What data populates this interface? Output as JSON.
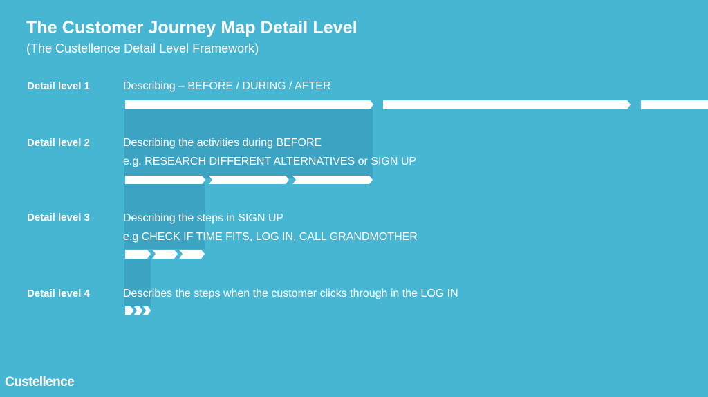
{
  "title": "The Customer Journey Map Detail Level",
  "subtitle": "(The Custellence Detail Level Framework)",
  "levels": [
    {
      "label": "Detail level 1",
      "lines": [
        "Describing – BEFORE / DURING / AFTER"
      ],
      "arrow_count": 3
    },
    {
      "label": "Detail level 2",
      "lines": [
        "Describing the activities during BEFORE",
        "e.g. RESEARCH DIFFERENT ALTERNATIVES or SIGN UP"
      ],
      "arrow_count": 3
    },
    {
      "label": "Detail level 3",
      "lines": [
        "Describing the steps in SIGN UP",
        "e.g CHECK IF TIME FITS, LOG IN, CALL GRANDMOTHER"
      ],
      "arrow_count": 3
    },
    {
      "label": "Detail level 4",
      "lines": [
        "Describes the steps when the customer clicks through in the LOG IN"
      ],
      "arrow_count": 3
    }
  ],
  "logo": "Custellence",
  "colors": {
    "background": "#47b6d3",
    "arrow": "#ffffff",
    "shade": "#2d8fb0"
  }
}
